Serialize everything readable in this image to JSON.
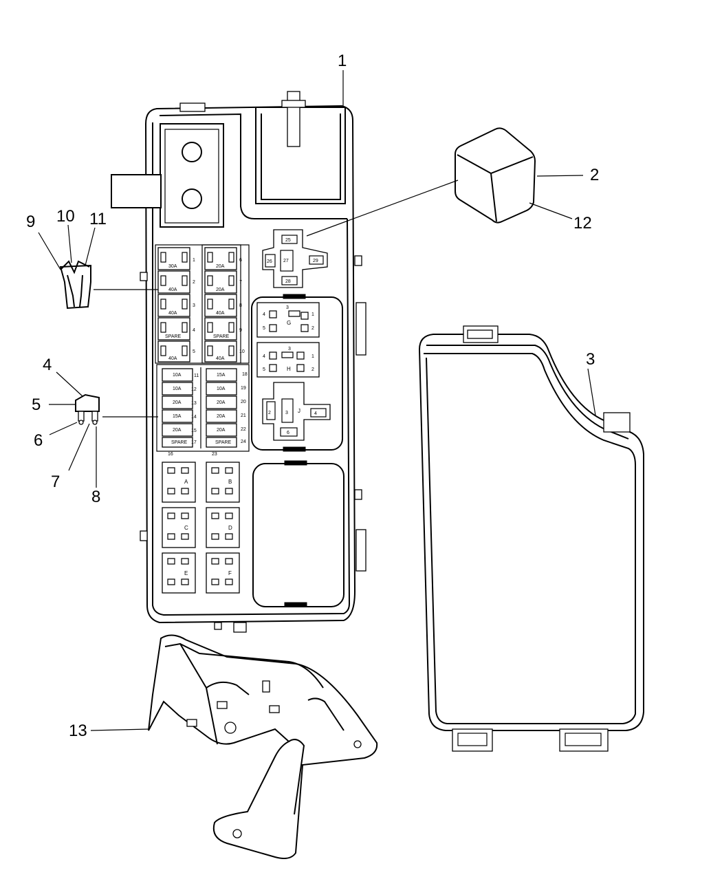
{
  "callouts": [
    "1",
    "2",
    "3",
    "4",
    "5",
    "6",
    "7",
    "8",
    "9",
    "10",
    "11",
    "12",
    "13"
  ],
  "fuses_left": [
    "30A",
    "40A",
    "40A",
    "SPARE",
    "40A"
  ],
  "fuses_right": [
    "20A",
    "20A",
    "40A",
    "SPARE",
    "40A"
  ],
  "fuse_nums_left": [
    "1",
    "2",
    "3",
    "4",
    "5"
  ],
  "fuse_nums_right": [
    "6",
    "7",
    "8",
    "9",
    "10"
  ],
  "mini_left": [
    "10A",
    "10A",
    "20A",
    "15A",
    "20A",
    "SPARE"
  ],
  "mini_right": [
    "15A",
    "10A",
    "20A",
    "20A",
    "20A",
    "SPARE"
  ],
  "mini_nums_left": [
    "11",
    "12",
    "13",
    "14",
    "15",
    "17"
  ],
  "mini_nums_right": [
    "18",
    "19",
    "20",
    "21",
    "22",
    "24"
  ],
  "mini_bottom": [
    "16",
    "23"
  ],
  "relay_top_pins": [
    "25",
    "26",
    "27",
    "29",
    "28"
  ],
  "relay_g": {
    "label": "G",
    "pins": [
      "4",
      "3",
      "1",
      "5",
      "2"
    ]
  },
  "relay_h": {
    "label": "H",
    "pins": [
      "4",
      "3",
      "1",
      "5",
      "2"
    ]
  },
  "relay_j": {
    "label": "J",
    "pins": [
      "2",
      "3",
      "4",
      "6"
    ]
  },
  "relay_letters": [
    "A",
    "B",
    "C",
    "D",
    "E",
    "F"
  ]
}
